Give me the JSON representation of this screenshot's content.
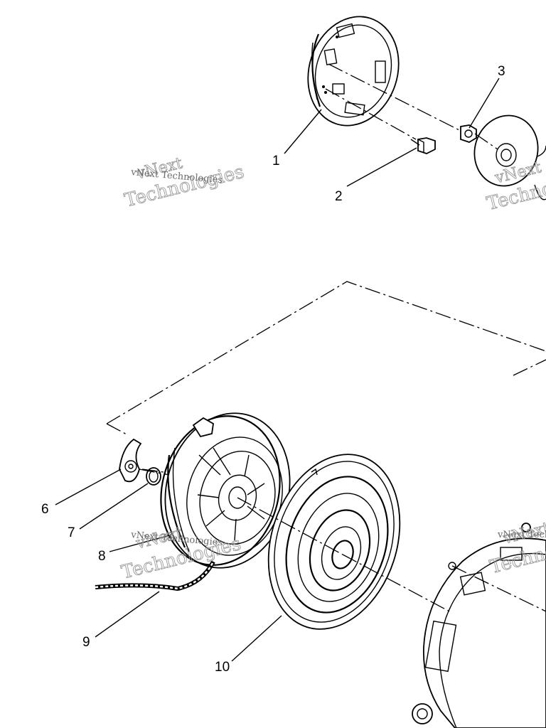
{
  "callouts": {
    "c1": "1",
    "c2": "2",
    "c3": "3",
    "c6": "6",
    "c7": "7",
    "c8": "8",
    "c9": "9",
    "c10": "10"
  },
  "watermark": {
    "line1": "vNext",
    "line2": "Technologies",
    "small": "vNext Technologies"
  },
  "colors": {
    "ink": "#000000",
    "watermark": "#9a9a9a",
    "background": "#ffffff"
  }
}
